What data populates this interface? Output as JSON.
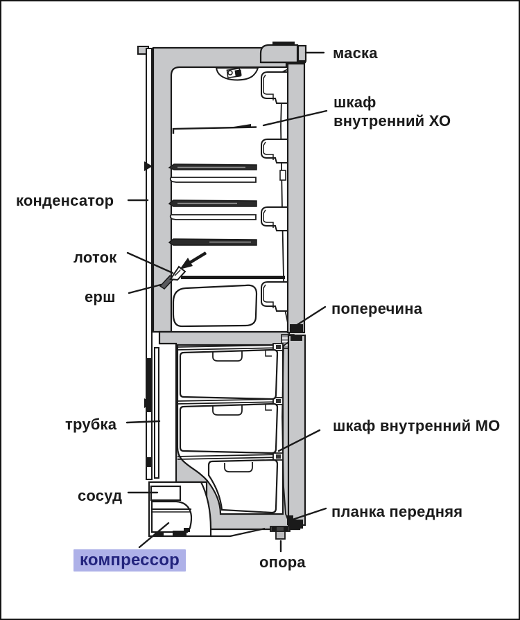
{
  "diagram": {
    "type": "technical-diagram",
    "subject": "refrigerator side cross-section with part callouts",
    "labels": {
      "maska": "маска",
      "shkaf_ho_line1": "шкаф",
      "shkaf_ho_line2": "внутренний ХО",
      "kondensator": "конденсатор",
      "lotok": "лоток",
      "ersh": "ерш",
      "poperechina": "поперечина",
      "trubka": "трубка",
      "shkaf_mo": "шкаф внутренний МО",
      "sosud": "сосуд",
      "planka": "планка передняя",
      "kompressor": "компрессор",
      "opora": "опора"
    },
    "colors": {
      "background": "#ffffff",
      "line": "#1a1a1a",
      "cabinet_fill": "#c7c8ca",
      "dark_shelf": "#2b2b2b",
      "highlight_bg": "#aeb1e8",
      "highlight_text": "#22237d"
    }
  }
}
